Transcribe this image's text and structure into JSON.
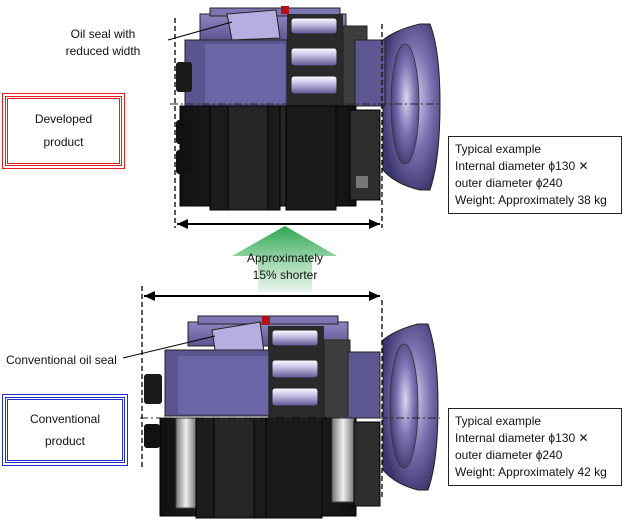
{
  "top_callout": {
    "line1": "Oil seal with",
    "line2": "reduced width"
  },
  "developed_box": {
    "line1": "Developed",
    "line2": "product",
    "border_color": "#e31f1f"
  },
  "developed_spec": {
    "line1": "Typical example",
    "line2": "Internal  diameter  ϕ130 ✕",
    "line3": "outer diameter ϕ240",
    "line4": "Weight: Approximately 38 kg"
  },
  "arrow_label": {
    "line1": "Approximately",
    "line2": "15% shorter",
    "color": "#2e9e54"
  },
  "bottom_callout": {
    "text": "Conventional oil seal"
  },
  "conventional_box": {
    "line1": "Conventional",
    "line2": "product",
    "border_color": "#1d2ec9"
  },
  "conventional_spec": {
    "line1": "Typical example",
    "line2": "Internal  diameter  ϕ130 ✕",
    "line3": "outer diameter ϕ240",
    "line4": "Weight: Approximately 42 kg"
  }
}
